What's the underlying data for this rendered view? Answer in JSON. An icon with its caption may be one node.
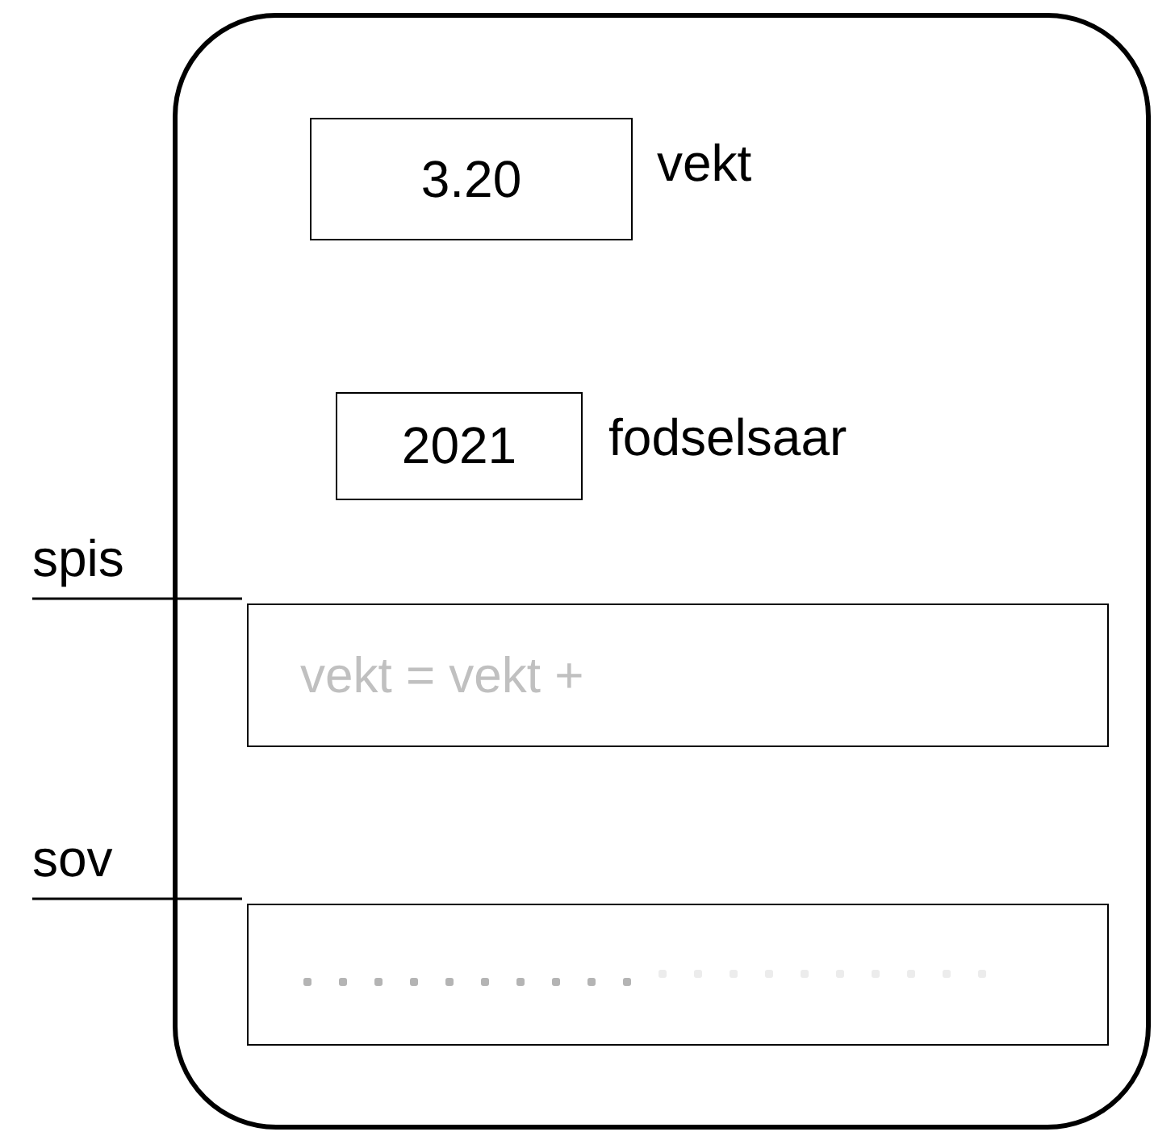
{
  "diagram": {
    "nodes": [
      {
        "text": [],
        "shape": "box"
      },
      {
        "text": [
          "3.20"
        ],
        "beside": [
          "vekt"
        ],
        "in": 0
      },
      {
        "text": [
          "2021"
        ],
        "beside": [
          "fodselsaar"
        ],
        "in": 0
      },
      {
        "text": [
          "spis"
        ]
      },
      {
        "text": [
          "vekt = vekt +"
        ],
        "in": 0
      },
      {
        "text": [
          "sov"
        ]
      },
      {
        "text": [],
        "shape": "box",
        "in": 0
      }
    ],
    "edges": [
      {
        "from": 3,
        "to": 4,
        "arrow": "none"
      },
      {
        "from": 5,
        "to": 6,
        "arrow": "none"
      }
    ]
  }
}
